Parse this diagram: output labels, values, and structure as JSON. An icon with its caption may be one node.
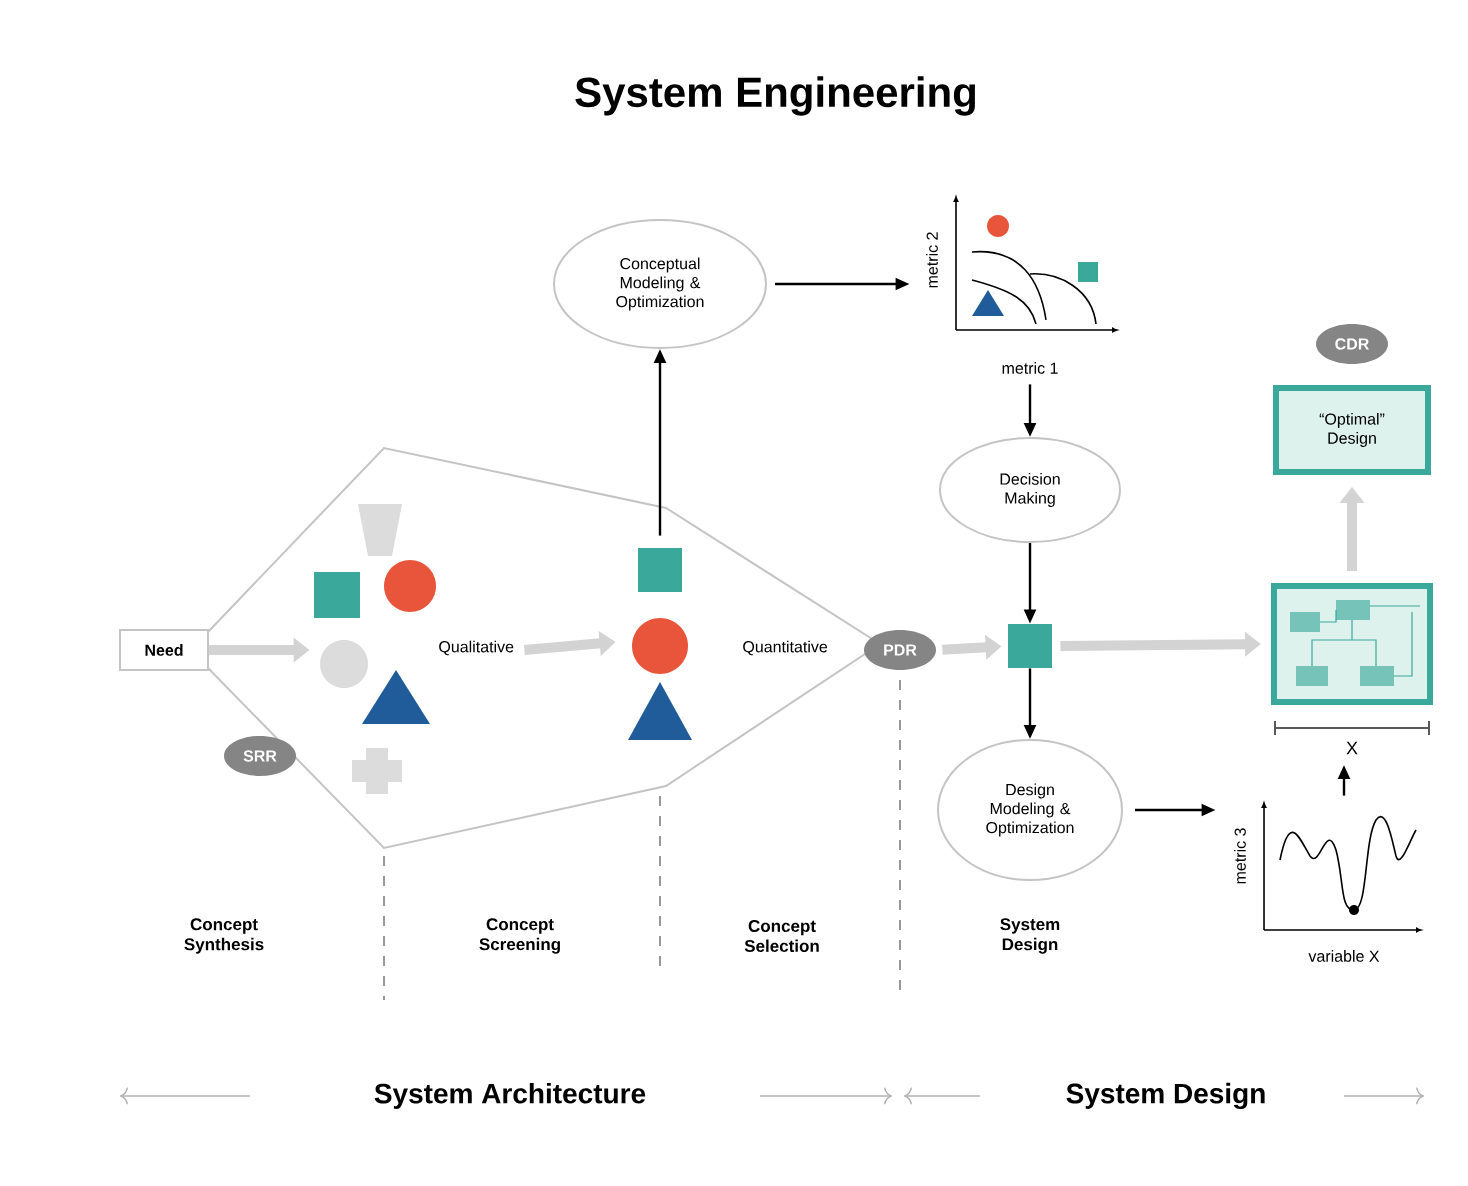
{
  "diagram": {
    "title": "System Engineering",
    "nodes": [
      {
        "text": [
          "Need"
        ]
      },
      {
        "text": [],
        "shape": "picture",
        "beside": [
          "Qualitative"
        ]
      },
      {
        "text": [],
        "shape": "picture",
        "beside": [
          "Quantitative"
        ]
      },
      {
        "text": [
          "SRR"
        ]
      },
      {
        "text": [
          "PDR"
        ]
      },
      {
        "text": [
          "Conceptual Modeling & Optimization"
        ]
      },
      {
        "text": [],
        "shape": "picture",
        "beside": [
          "metric 2",
          "metric 1"
        ]
      },
      {
        "text": [
          "Decision Making"
        ]
      },
      {
        "text": [],
        "shape": "box"
      },
      {
        "text": [
          "Design Modeling & Optimization"
        ]
      },
      {
        "text": [],
        "shape": "picture",
        "beside": [
          "metric 3",
          "variable X"
        ]
      },
      {
        "text": [],
        "shape": "picture",
        "beside": [
          "X"
        ]
      },
      {
        "text": [
          "“Optimal” Design"
        ]
      },
      {
        "text": [
          "CDR"
        ]
      }
    ],
    "edges": [
      {
        "from": 0,
        "to": 1,
        "arrow": "to",
        "style": "thick",
        "color": "#d3d3d3"
      },
      {
        "from": 1,
        "to": 2,
        "arrow": "to",
        "style": "thick",
        "color": "#d3d3d3"
      },
      {
        "from": 2,
        "to": 5,
        "arrow": "to"
      },
      {
        "from": 5,
        "to": 6,
        "arrow": "to"
      },
      {
        "from": 6,
        "to": 7,
        "arrow": "to"
      },
      {
        "from": 7,
        "to": 8,
        "arrow": "to"
      },
      {
        "from": 4,
        "to": 8,
        "arrow": "to",
        "style": "thick",
        "color": "#d3d3d3"
      },
      {
        "from": 8,
        "to": 11,
        "arrow": "to",
        "style": "thick",
        "color": "#d3d3d3"
      },
      {
        "from": 8,
        "to": 9,
        "arrow": "to"
      },
      {
        "from": 9,
        "to": 10,
        "arrow": "to"
      },
      {
        "from": 10,
        "to": 11,
        "arrow": "to"
      },
      {
        "from": 11,
        "to": 12,
        "arrow": "to",
        "style": "thick",
        "color": "#d3d3d3"
      }
    ],
    "labels": [
      "Concept Synthesis",
      "Concept Screening",
      "Concept Selection",
      "System Design",
      "System Architecture",
      "System Design"
    ]
  }
}
